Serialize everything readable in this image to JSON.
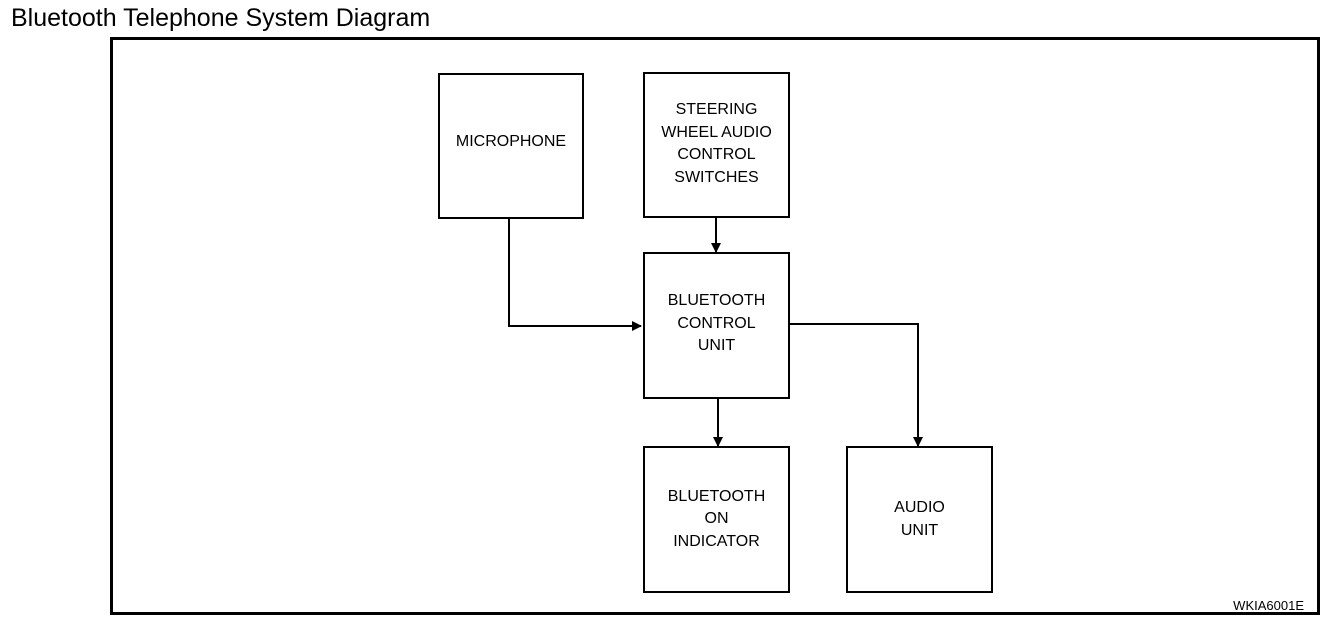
{
  "title": "Bluetooth Telephone System Diagram",
  "blocks": {
    "microphone": "MICROPHONE",
    "steering": "STEERING\nWHEEL AUDIO\nCONTROL\nSWITCHES",
    "control_unit": "BLUETOOTH\nCONTROL\nUNIT",
    "on_indicator": "BLUETOOTH\nON\nINDICATOR",
    "audio_unit": "AUDIO\nUNIT"
  },
  "connections": [
    {
      "from": "microphone",
      "to": "control_unit"
    },
    {
      "from": "steering",
      "to": "control_unit"
    },
    {
      "from": "control_unit",
      "to": "on_indicator"
    },
    {
      "from": "control_unit",
      "to": "audio_unit"
    }
  ],
  "figure_code": "WKIA6001E"
}
